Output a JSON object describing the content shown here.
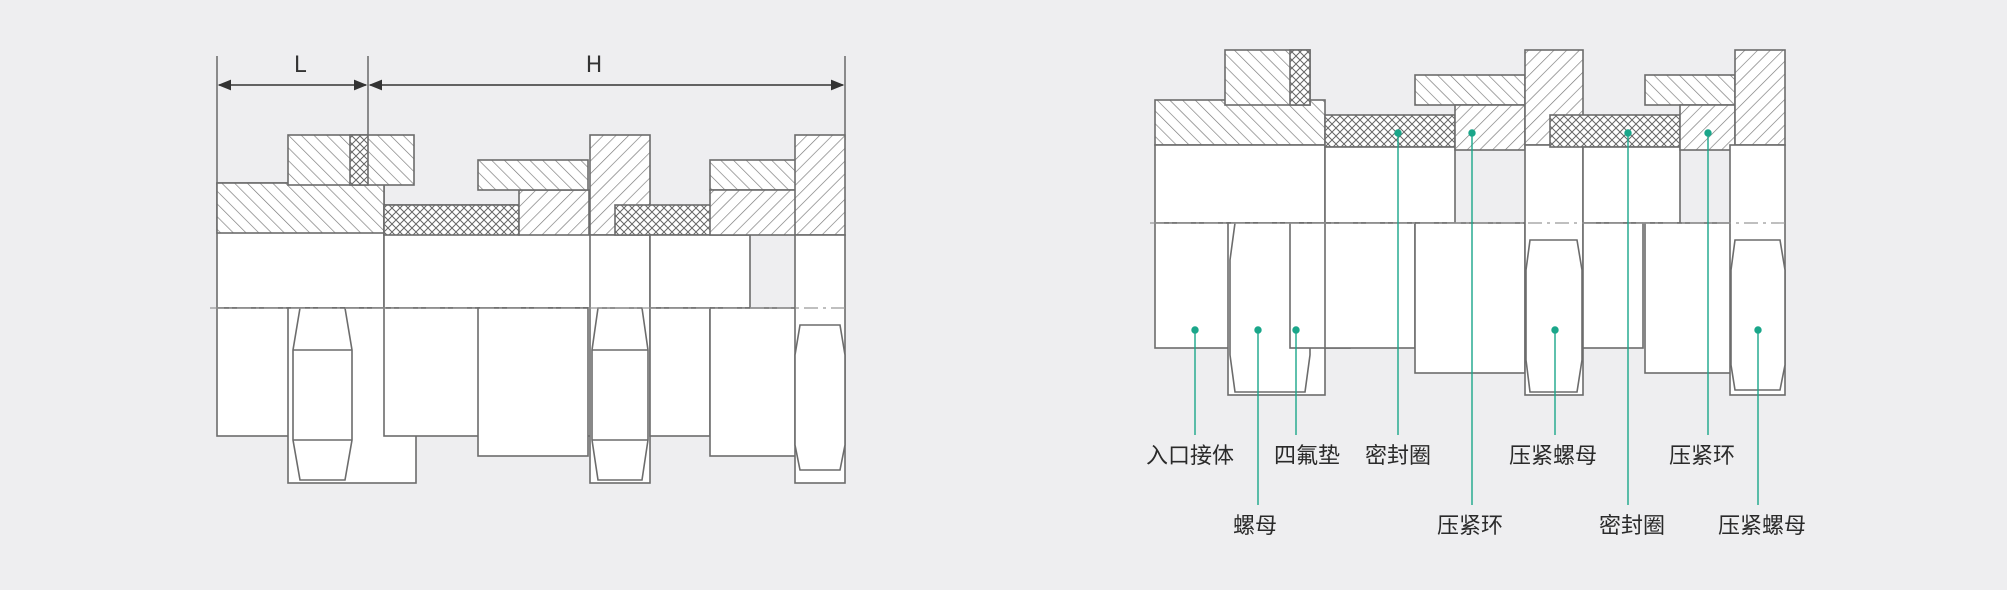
{
  "dimensions": {
    "left_label": "L",
    "right_label": "H"
  },
  "callouts": [
    "入口接体",
    "四氟垫",
    "密封圈",
    "压紧螺母",
    "压紧环",
    "螺母",
    "压紧环",
    "密封圈",
    "压紧螺母"
  ],
  "colors": {
    "background": "#eeeef0",
    "outline": "#6c6c6c",
    "callout_line": "#1aa68a",
    "text": "#2a2a2a"
  }
}
